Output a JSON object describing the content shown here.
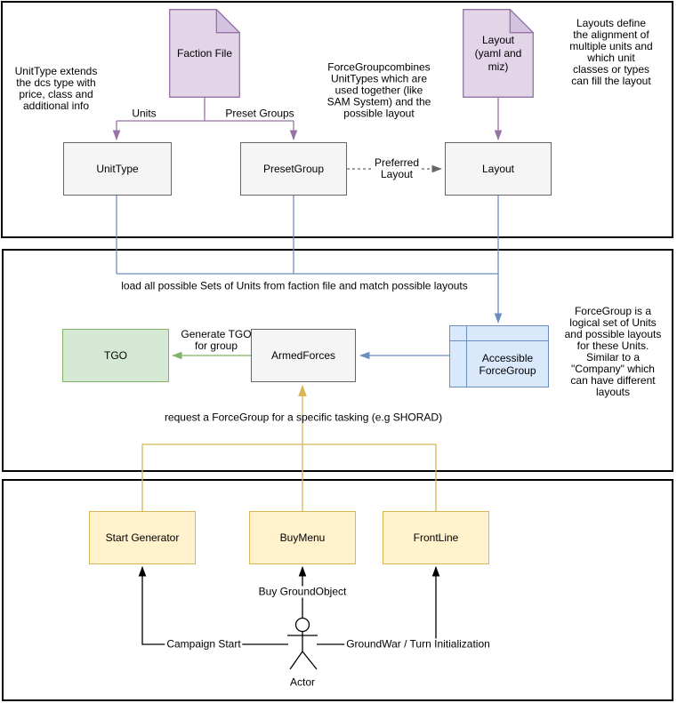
{
  "colors": {
    "purple_fill": "#E1D5E7",
    "purple_stroke": "#9673A6",
    "purple_fold": "#D3C3E0",
    "grey_fill": "#F5F5F5",
    "grey_stroke": "#666666",
    "green_fill": "#D5E8D4",
    "green_stroke": "#82B366",
    "blue_fill": "#DAE8FC",
    "blue_stroke": "#6C8EBF",
    "yellow_fill": "#FFF2CC",
    "yellow_stroke": "#D6B656",
    "line_black": "#000000",
    "dashed_grey": "#666666"
  },
  "diagram": {
    "nodes": {
      "faction_file": "Faction File",
      "layout_file": "Layout\n(yaml and\nmiz)",
      "unit_type": "UnitType",
      "preset_group": "PresetGroup",
      "layout": "Layout",
      "tgo": "TGO",
      "armed_forces": "ArmedForces",
      "accessible_forcegroup": "Accessible\nForceGroup",
      "start_generator": "Start Generator",
      "buy_menu": "BuyMenu",
      "front_line": "FrontLine",
      "actor": "Actor"
    },
    "edge_labels": {
      "units": "Units",
      "preset_groups": "Preset Groups",
      "preferred_layout": "Preferred\nLayout",
      "load_units": "load all possible Sets of Units from faction file and match possible layouts",
      "generate_tgo": "Generate TGO\nfor group",
      "request_forcegroup": "request a ForceGroup for a specific tasking (e.g SHORAD)",
      "buy_groundobject": "Buy GroundObject",
      "campaign_start": "Campaign Start",
      "groundwar": "GroundWar / Turn Initialization"
    },
    "notes": {
      "unittype_note": "UnitType extends\nthe dcs type with\nprice, class and\nadditional info",
      "forcegroup_combines": "ForceGroupcombines\nUnitTypes which are\nused together (like\nSAM System) and the\npossible layout",
      "layouts_define": "Layouts define\nthe alignment of\nmultiple units and\nwhich unit\nclasses or types\ncan fill the layout",
      "forcegroup_is": "ForceGroup is a\nlogical set of Units\nand possible layouts\nfor these Units.\nSimilar to a\n\"Company\" which\ncan have different\nlayouts"
    }
  }
}
